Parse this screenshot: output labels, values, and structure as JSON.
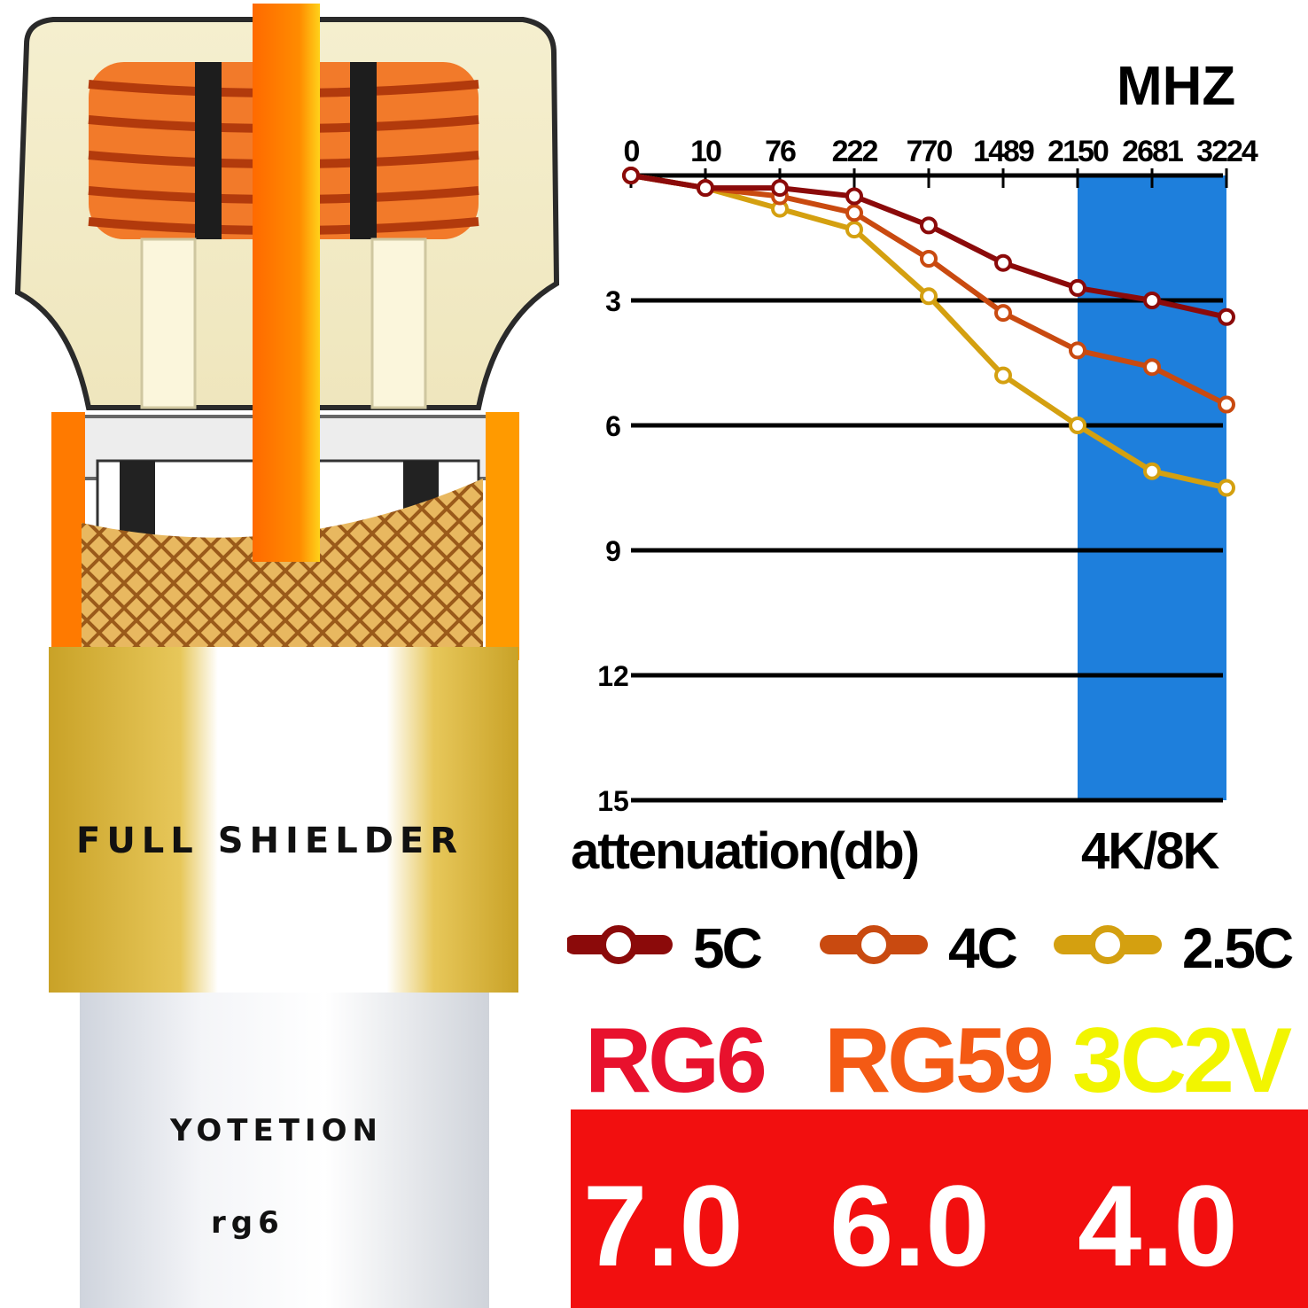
{
  "cable": {
    "shield_label": "FULL SHIELDER",
    "brand": "YOTETION",
    "model": "rg6"
  },
  "chart_data": {
    "type": "line",
    "x_unit": "MHZ",
    "categories": [
      "0",
      "10",
      "76",
      "222",
      "770",
      "1489",
      "2150",
      "2681",
      "3224"
    ],
    "ylabel": "attenuation(db)",
    "yticks": [
      3,
      6,
      9,
      12,
      15
    ],
    "ylim": [
      0,
      15
    ],
    "y_inverted": true,
    "highlight_band": {
      "from": "2150",
      "to": "3224",
      "label": "4K/8K",
      "color": "#1e7fdc"
    },
    "grid": "horizontal",
    "legend_position": "bottom",
    "series": [
      {
        "name": "5C",
        "color": "#8b0a0a",
        "values": [
          0.0,
          0.3,
          0.3,
          0.5,
          1.2,
          2.1,
          2.7,
          3.0,
          3.4
        ]
      },
      {
        "name": "4C",
        "color": "#c94a10",
        "values": [
          0.0,
          0.3,
          0.5,
          0.9,
          2.0,
          3.3,
          4.2,
          4.6,
          5.5
        ]
      },
      {
        "name": "2.5C",
        "color": "#d4a010",
        "values": [
          0.0,
          0.3,
          0.8,
          1.3,
          2.9,
          4.8,
          6.0,
          7.1,
          7.5
        ]
      }
    ]
  },
  "cable_types": [
    {
      "name": "RG6",
      "color": "#e8112d",
      "value": "7.0"
    },
    {
      "name": "RG59",
      "color": "#f45a14",
      "value": "6.0"
    },
    {
      "name": "3C2V",
      "color": "#f2f500",
      "value": "4.0"
    }
  ],
  "value_panel_color": "#f20f0f"
}
